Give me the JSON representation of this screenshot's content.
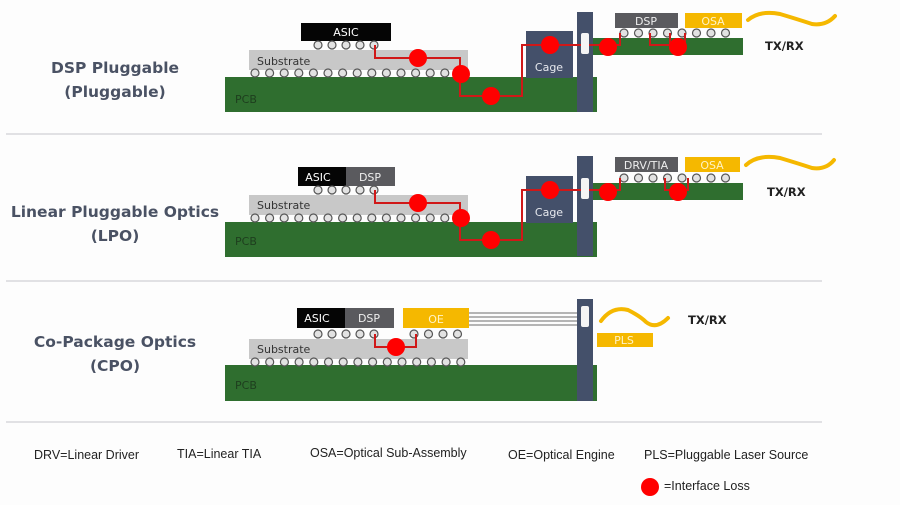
{
  "rows": [
    {
      "title_line1": "DSP Pluggable",
      "title_line2": "(Pluggable)",
      "chips_left": [
        "ASIC"
      ],
      "substrate_label": "Substrate",
      "pcb_label": "PCB",
      "cage_label": "Cage",
      "module_chips": [
        "DSP",
        "OSA"
      ],
      "txrx_label": "TX/RX"
    },
    {
      "title_line1": "Linear Pluggable Optics",
      "title_line2": "(LPO)",
      "chips_left": [
        "ASIC",
        "DSP"
      ],
      "substrate_label": "Substrate",
      "pcb_label": "PCB",
      "cage_label": "Cage",
      "module_chips": [
        "DRV/TIA",
        "OSA"
      ],
      "txrx_label": "TX/RX"
    },
    {
      "title_line1": "Co-Package Optics",
      "title_line2": "(CPO)",
      "chips_left": [
        "ASIC",
        "DSP",
        "OE"
      ],
      "substrate_label": "Substrate",
      "pcb_label": "PCB",
      "pls_label": "PLS",
      "txrx_label": "TX/RX"
    }
  ],
  "legend": {
    "drv": "DRV=Linear Driver",
    "tia": "TIA=Linear TIA",
    "osa": "OSA=Optical Sub-Assembly",
    "oe": "OE=Optical Engine",
    "pls": "PLS=Pluggable Laser Source",
    "interface_loss": "=Interface Loss"
  },
  "colors": {
    "pcb": "#2f6e2f",
    "substrate": "#c8c8c8",
    "asic": "#050505",
    "dsp": "#5a5a5e",
    "osa": "#f5b800",
    "cage": "#44506a",
    "loss": "#ff0000",
    "trace": "#d01818",
    "title": "#4a5264"
  }
}
